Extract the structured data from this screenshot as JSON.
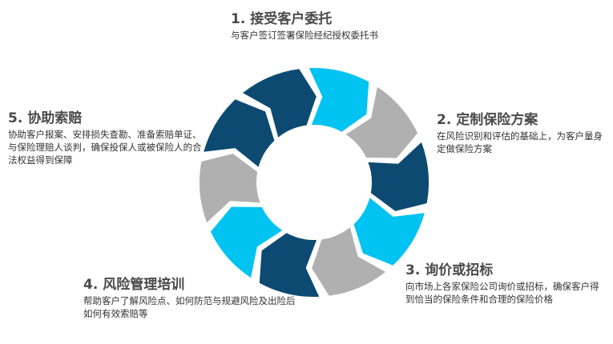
{
  "colors": {
    "dark_blue": "#0d4a72",
    "light_blue": "#00c3f2",
    "gray": "#b0b0b0"
  },
  "steps": [
    {
      "title": "1. 接受客户委托",
      "desc": "与客户签订签署保险经纪授权委托书",
      "color": "dark_blue"
    },
    {
      "title": "2. 定制保险方案",
      "desc": "在风险识别和评估的基础上，为客户量身定做保险方案",
      "color": "light_blue"
    },
    {
      "title": "3. 询价或招标",
      "desc": "向市场上各家保险公司询价或招标，确保客户得到恰当的保险条件和合理的保险价格",
      "color": "gray"
    },
    {
      "title": "4. 风险管理培训",
      "desc": "帮助客户了解风险点、如何防范与规避风险及出险后如何有效索赔等",
      "color": "dark_blue"
    },
    {
      "title": "5. 协助索赔",
      "desc": "协助客户报案、安排损失查勘、准备索赔单证、与保险理赔人谈判，确保投保人或被保险人的合法权益得到保障",
      "color": "light_blue"
    }
  ]
}
